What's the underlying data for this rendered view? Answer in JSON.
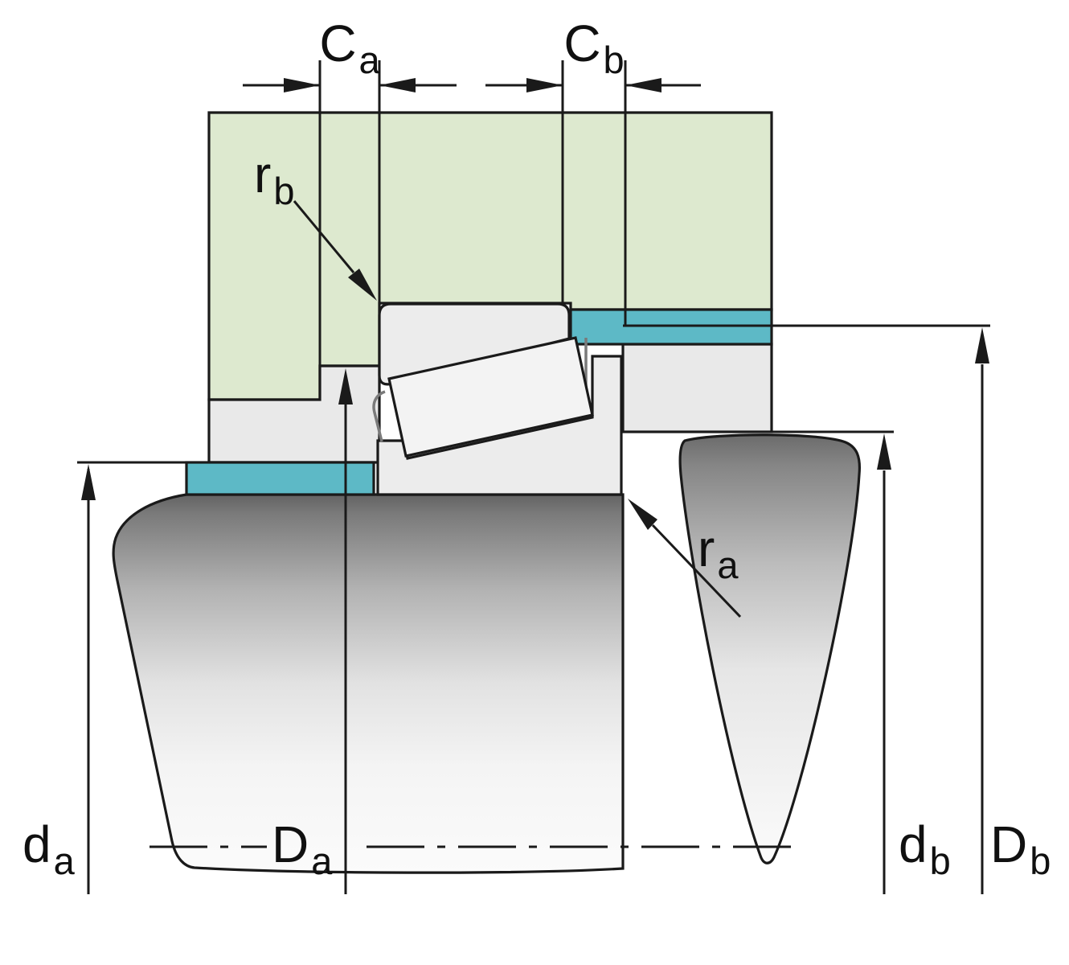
{
  "diagram": {
    "labels": {
      "c_a": {
        "main": "C",
        "sub": "a"
      },
      "c_b": {
        "main": "C",
        "sub": "b"
      },
      "r_b": {
        "main": "r",
        "sub": "b"
      },
      "r_a": {
        "main": "r",
        "sub": "a"
      },
      "d_a": {
        "main": "d",
        "sub": "a"
      },
      "D_a": {
        "main": "D",
        "sub": "a"
      },
      "d_b": {
        "main": "d",
        "sub": "b"
      },
      "D_b": {
        "main": "D",
        "sub": "b"
      }
    },
    "colors": {
      "housing": "#dde9cf",
      "abutment": "#5db9c6",
      "line": "#1a1a1a",
      "ring_fill": "#ececec",
      "roller_fill": "#f3f3f3",
      "spacer_fill": "#e9e9e9"
    }
  }
}
